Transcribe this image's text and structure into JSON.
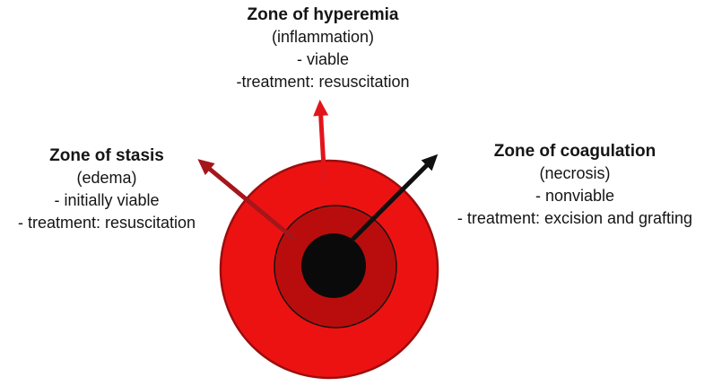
{
  "diagram": {
    "zones": {
      "hyperemia": {
        "title": "Zone of hyperemia",
        "subtitle": "(inflammation)",
        "point1": "- viable",
        "point2": "-treatment: resuscitation"
      },
      "stasis": {
        "title": "Zone of stasis",
        "subtitle": "(edema)",
        "point1": "- initially viable",
        "point2": "- treatment: resuscitation"
      },
      "coagulation": {
        "title": "Zone of coagulation",
        "subtitle": "(necrosis)",
        "point1": "- nonviable",
        "point2": "- treatment: excision and grafting"
      }
    },
    "colors": {
      "background": "#ffffff",
      "text": "#151515",
      "outer_zone_fill": "#ed1212",
      "outer_zone_stroke": "#9d0d0d",
      "middle_zone_fill": "#b90d0d",
      "middle_zone_stroke": "#141414",
      "inner_zone_fill": "#0a0a0a",
      "hyperemia_arrow": "#e2151b",
      "stasis_arrow": "#a5161b",
      "coagulation_arrow": "#101010"
    }
  }
}
